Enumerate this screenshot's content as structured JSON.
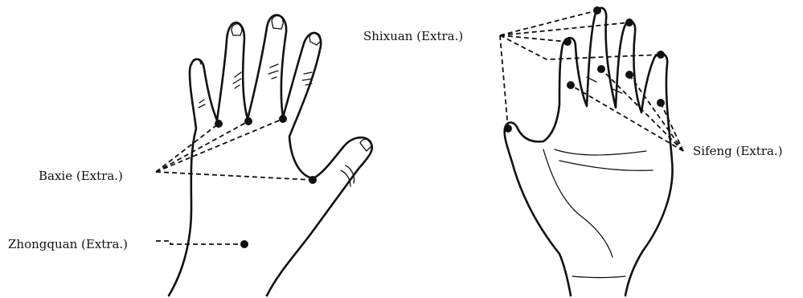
{
  "labels": {
    "baxie": "Baxie (Extra.)",
    "zhongquan": "Zhongquan (Extra.)",
    "shixuan": "Shixuan (Extra.)",
    "sifeng": "Sifeng (Extra.)"
  },
  "colors": {
    "ink": "#111111",
    "background": "#ffffff"
  }
}
